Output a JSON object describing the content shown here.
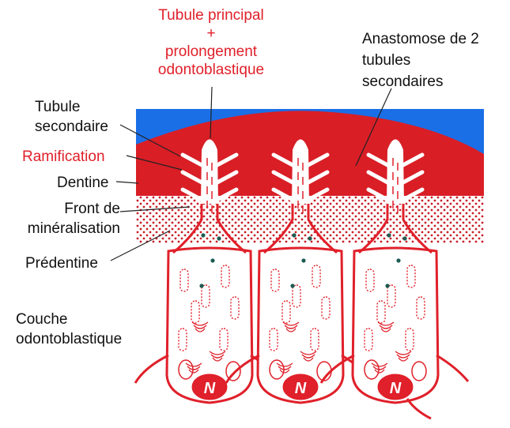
{
  "colors": {
    "accent_red": "#e0202a",
    "enamel_blue": "#1a6fe6",
    "dentine_red": "#d91e26",
    "predentine_dots": "#c81e28",
    "text": "#111111",
    "nucleus_fill": "#e0202a"
  },
  "labels": {
    "main_tubule": [
      "Tubule principal",
      "+",
      "prolongement",
      "odontoblastique"
    ],
    "anastomose": [
      "Anastomose de 2",
      "tubules",
      "secondaires"
    ],
    "secondary_tubule": [
      "Tubule",
      "secondaire"
    ],
    "ramification": "Ramification",
    "dentine": "Dentine",
    "mineralisation_front": [
      "Front de",
      "minéralisation"
    ],
    "predentine": "Prédentine",
    "odontoblast_layer": [
      "Couche",
      "odontoblastique"
    ]
  },
  "nucleus_letter": "N",
  "cell_count": 3
}
